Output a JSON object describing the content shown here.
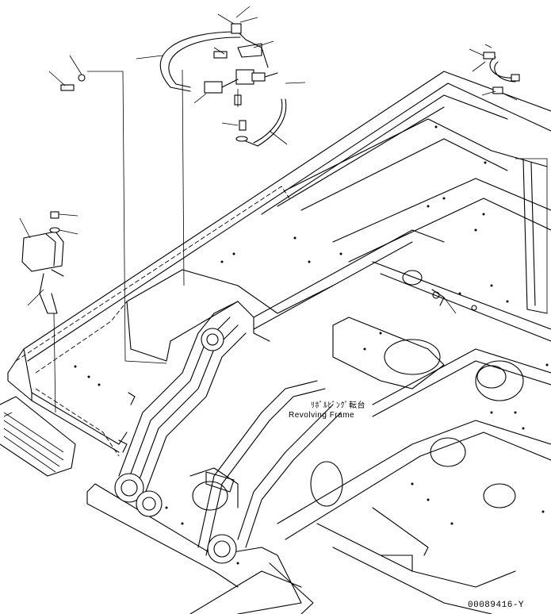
{
  "labels": {
    "frame_jp": "ﾘﾎﾞﾙﾋﾞﾝｸﾞ転台",
    "frame_en": "Revolving Frame",
    "drawing_code": "00089416-Y"
  }
}
